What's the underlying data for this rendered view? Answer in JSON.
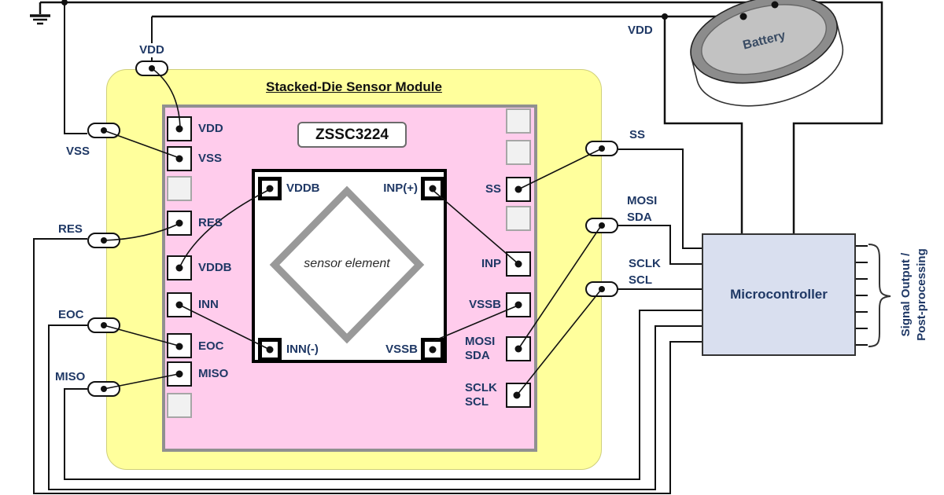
{
  "colors": {
    "module_yellow": "#FFFF9C",
    "chip_pink": "#FFCCEC",
    "mcu_fill": "#D9DFEF",
    "label_navy": "#1F3865",
    "die_border": "#000000",
    "diamond_gray": "#999999"
  },
  "icons": {
    "ground": "earth-ground-symbol",
    "battery": "coin-cell-battery",
    "brace": "curly-brace-right"
  },
  "labels": {
    "module_title": "Stacked-Die Sensor Module",
    "chip": "ZSSC3224",
    "sensor": "sensor element",
    "mcu": "Microcontroller",
    "battery": "Battery",
    "signal_line1": "Signal Output /",
    "signal_line2": "Post-processing",
    "pad_vdd": "VDD",
    "pad_vss": "VSS",
    "pad_res": "RES",
    "pad_vddb": "VDDB",
    "pad_inn": "INN",
    "pad_eoc": "EOC",
    "pad_miso": "MISO",
    "pad_ss": "SS",
    "pad_inp": "INP",
    "pad_vssb": "VSSB",
    "pad_mosi_sda": "MOSI\nSDA",
    "pad_sclk_scl": "SCLK\nSCL",
    "die_vddb": "VDDB",
    "die_inp": "INP(+)",
    "die_inn": "INN(-)",
    "die_vssb": "VSSB",
    "ext_vdd_left": "VDD",
    "ext_vss": "VSS",
    "ext_res": "RES",
    "ext_eoc": "EOC",
    "ext_miso": "MISO",
    "ext_vdd_right": "VDD",
    "ext_ss": "SS",
    "ext_mosi_sda": "MOSI\nSDA",
    "ext_sclk_scl": "SCLK\nSCL"
  }
}
